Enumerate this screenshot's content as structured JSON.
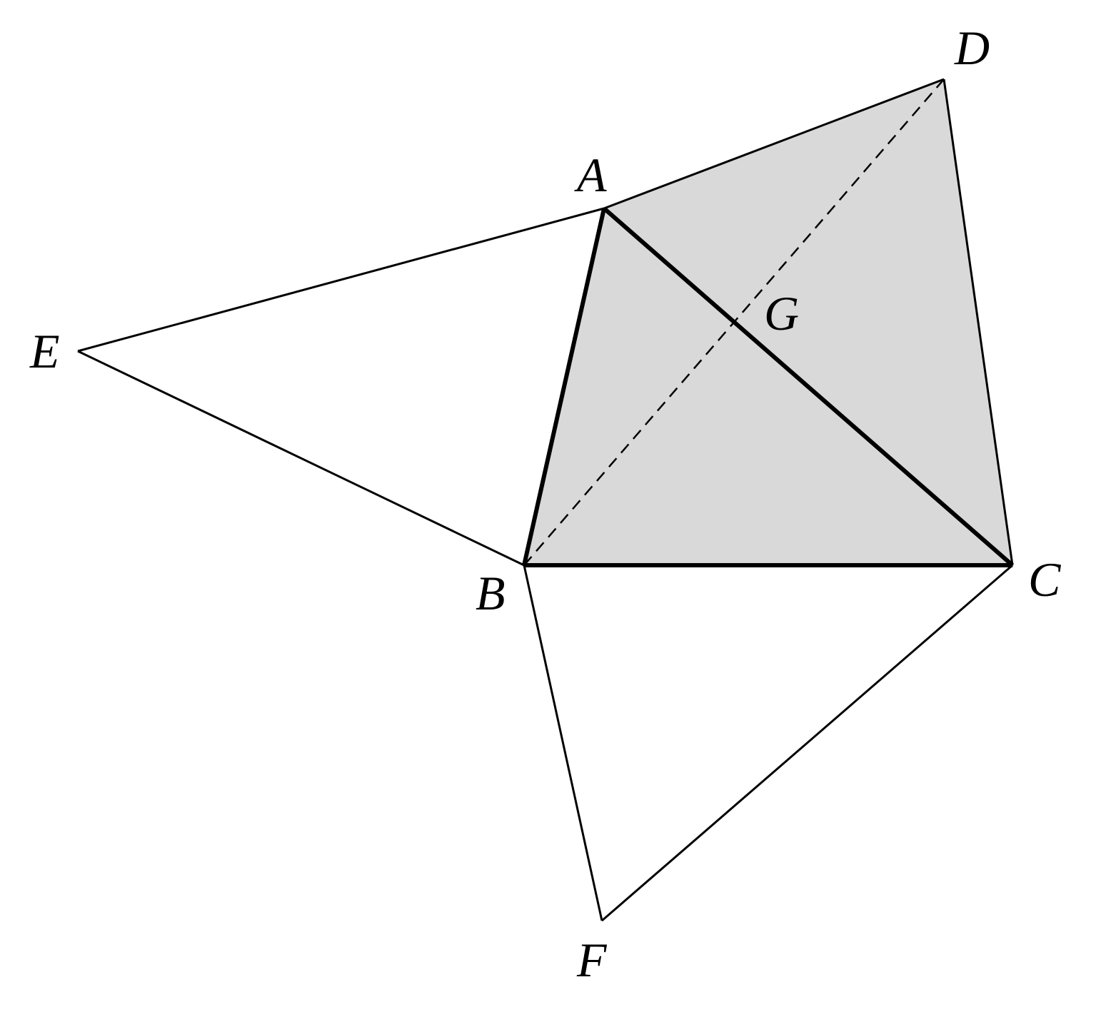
{
  "colors": {
    "stroke": "#000000",
    "shade": "#d9d9d9",
    "background": "#ffffff"
  },
  "labels": {
    "A": "A",
    "B": "B",
    "C": "C",
    "D": "D",
    "E": "E",
    "F": "F",
    "G": "G"
  }
}
